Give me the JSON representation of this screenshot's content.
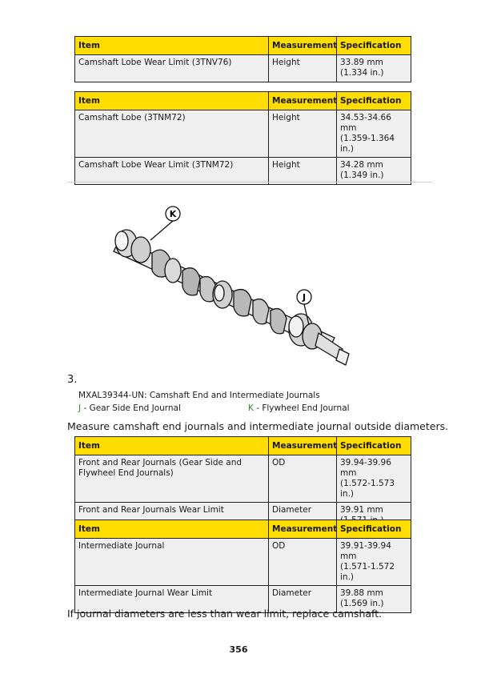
{
  "headers": {
    "item": "Item",
    "measurement": "Measurement",
    "specification": "Specification"
  },
  "tables": [
    {
      "rows": [
        {
          "item": "Camshaft Lobe Wear Limit (3TNV76)",
          "measurement": "Height",
          "spec1": "33.89 mm",
          "spec2": "(1.334 in.)"
        }
      ]
    },
    {
      "rows": [
        {
          "item": "Camshaft Lobe (3TNM72)",
          "measurement": "Height",
          "spec1": "34.53-34.66 mm",
          "spec2": "(1.359-1.364 in.)"
        },
        {
          "item": "Camshaft Lobe Wear Limit (3TNM72)",
          "measurement": "Height",
          "spec1": "34.28 mm",
          "spec2": "(1.349 in.)"
        }
      ]
    },
    {
      "rows": [
        {
          "item": "Front and Rear Journals (Gear Side and Flywheel End Journals)",
          "measurement": "OD",
          "spec1": "39.94-39.96 mm",
          "spec2": "(1.572-1.573 in.)"
        },
        {
          "item": "Front and Rear Journals Wear Limit",
          "measurement": "Diameter",
          "spec1": "39.91 mm",
          "spec2": "(1.571 in.)"
        }
      ]
    },
    {
      "rows": [
        {
          "item": "Intermediate Journal",
          "measurement": "OD",
          "spec1": "39.91-39.94 mm",
          "spec2": "(1.571-1.572 in.)"
        },
        {
          "item": "Intermediate Journal Wear Limit",
          "measurement": "Diameter",
          "spec1": "39.88 mm",
          "spec2": "(1.569 in.)"
        }
      ]
    }
  ],
  "figure": {
    "callout_k": "K",
    "callout_j": "J",
    "step_number": "3.",
    "caption": "MXAL39344-UN: Camshaft End and Intermediate Journals",
    "legend": [
      {
        "key": "J",
        "text": " - Gear Side End Journal"
      },
      {
        "key": "K",
        "text": " - Flywheel End Journal"
      }
    ],
    "legend_key_color": "#2a8a2a"
  },
  "paragraphs": {
    "measure": "Measure camshaft end journals and intermediate journal outside diameters.",
    "replace": "If journal diameters are less than wear limit, replace camshaft."
  },
  "page_number": "356",
  "colors": {
    "header_bg": "#ffdd00",
    "row_bg": "#efefef"
  }
}
